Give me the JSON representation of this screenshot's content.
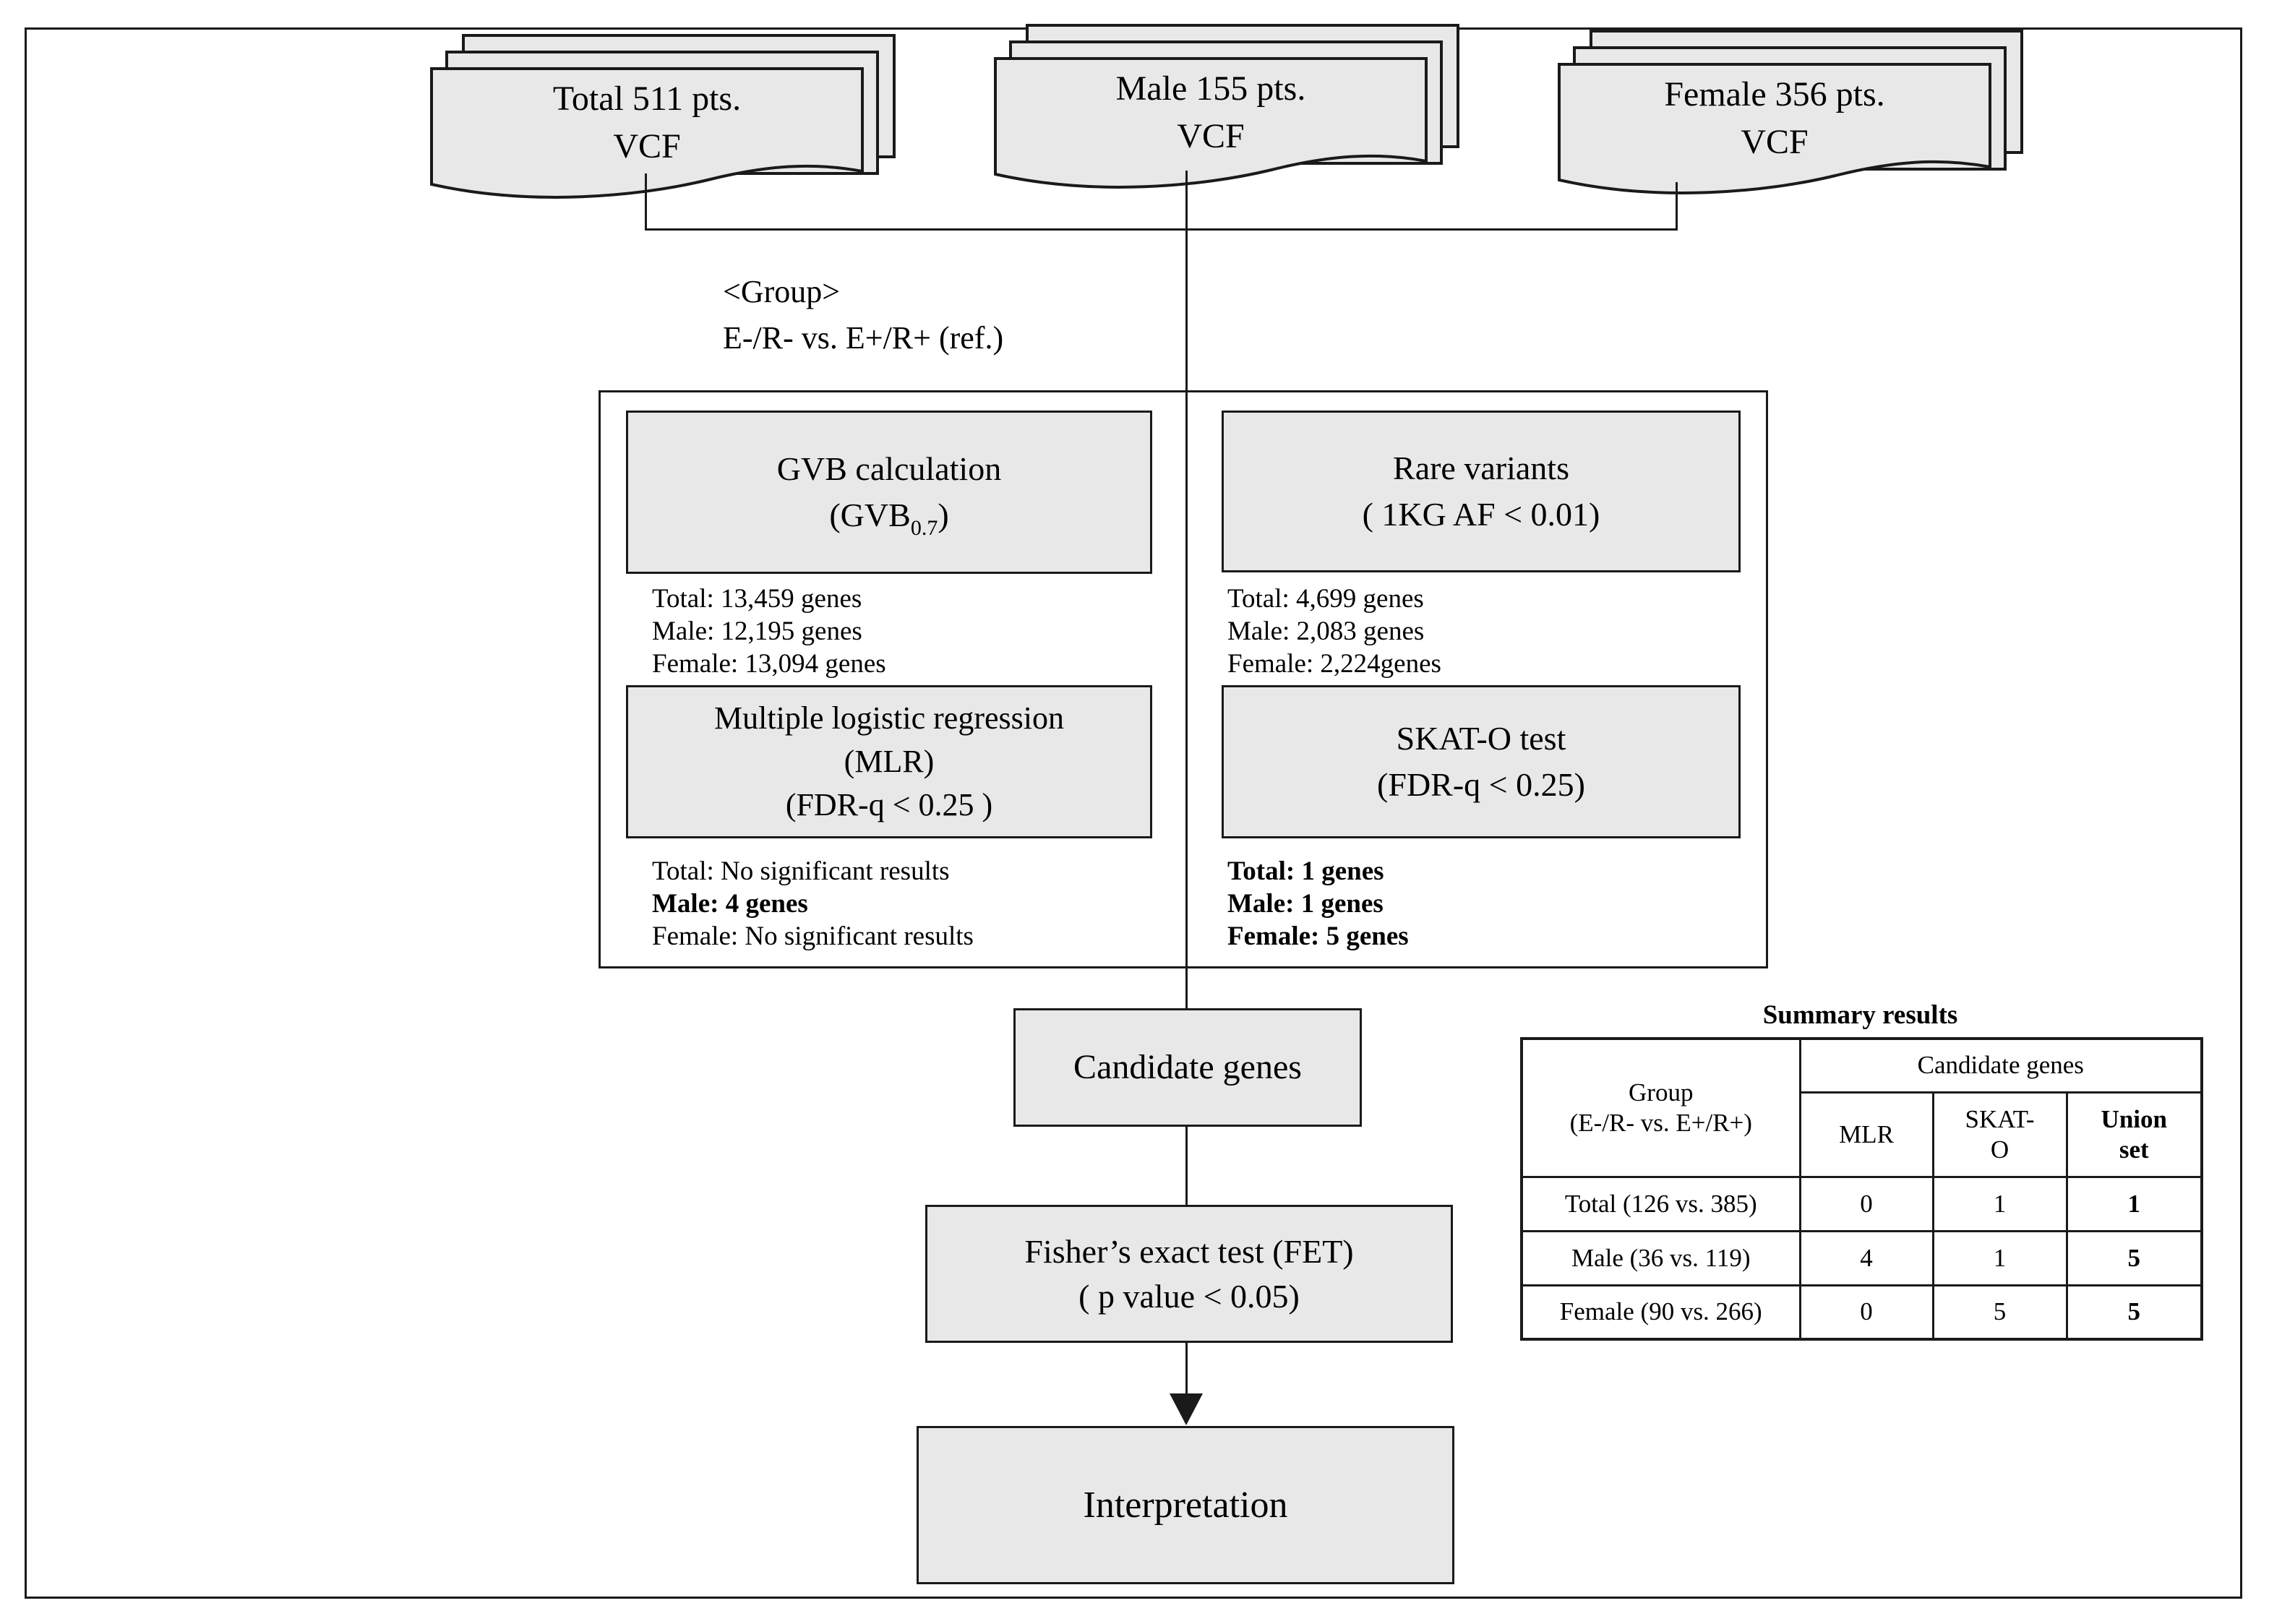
{
  "colors": {
    "box_fill": "#e9e8e8",
    "line": "#1a1a1a",
    "background": "#ffffff"
  },
  "sources": [
    {
      "line1": "Total 511 pts.",
      "line2": "VCF"
    },
    {
      "line1": "Male 155 pts.",
      "line2": "VCF"
    },
    {
      "line1": "Female 356 pts.",
      "line2": "VCF"
    }
  ],
  "group_label": {
    "line1": "<Group>",
    "line2": "E-/R- vs. E+/R+ (ref.)"
  },
  "gvb_branch": {
    "box1": {
      "line1": "GVB calculation",
      "line2_pre": "(GVB",
      "line2_sub": "0.7",
      "line2_post": ")"
    },
    "counts": [
      "Total: 13,459 genes",
      "Male: 12,195 genes",
      "Female: 13,094 genes"
    ],
    "box2": {
      "line1": "Multiple logistic regression",
      "line2": "(MLR)",
      "line3": "(FDR-q < 0.25 )"
    },
    "results": [
      "Total: No significant results",
      "Male: 4 genes",
      "Female: No significant results"
    ]
  },
  "rare_branch": {
    "box1": {
      "line1": "Rare variants",
      "line2": "( 1KG AF < 0.01)"
    },
    "counts": [
      "Total: 4,699 genes",
      "Male: 2,083 genes",
      "Female: 2,224genes"
    ],
    "box2": {
      "line1": "SKAT-O test",
      "line2": "(FDR-q < 0.25)"
    },
    "results": [
      "Total: 1 genes",
      "Male: 1 genes",
      "Female: 5 genes"
    ]
  },
  "candidate_box": "Candidate genes",
  "fisher_box": {
    "line1": "Fisher’s exact test (FET)",
    "line2": "( p value < 0.05)"
  },
  "interpretation_box": "Interpretation",
  "summary": {
    "title": "Summary results",
    "group_header": {
      "line1": "Group",
      "line2": "(E-/R- vs. E+/R+)"
    },
    "span_header": "Candidate genes",
    "columns": {
      "mlr": "MLR",
      "skato_line1": "SKAT-",
      "skato_line2": "O",
      "union_line1": "Union",
      "union_line2": "set"
    },
    "rows": [
      {
        "group": "Total (126 vs. 385)",
        "mlr": "0",
        "skato": "1",
        "union": "1"
      },
      {
        "group": "Male (36 vs. 119)",
        "mlr": "4",
        "skato": "1",
        "union": "5"
      },
      {
        "group": "Female (90 vs. 266)",
        "mlr": "0",
        "skato": "5",
        "union": "5"
      }
    ]
  }
}
